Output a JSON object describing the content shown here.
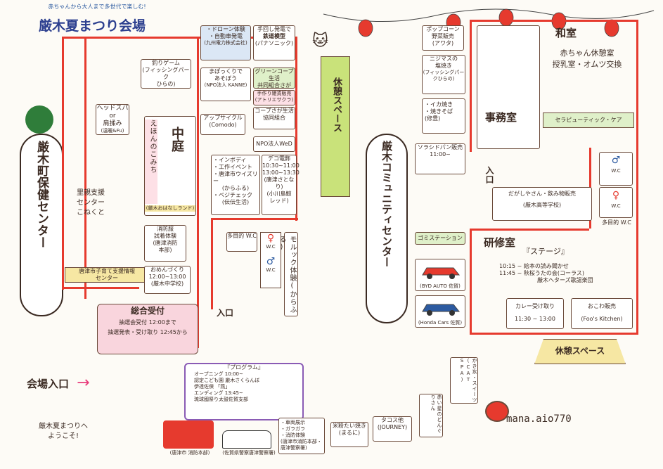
{
  "header": {
    "tagline": "赤ちゃんから大人まで多世代で楽しむ!",
    "title": "厳木夏まつり会場"
  },
  "left_building": "厳木町保健センター",
  "right_building": "厳木コミュニティセンター",
  "entrance": {
    "label": "会場入口",
    "arrow": "→"
  },
  "welcome": [
    "厳木夏まつりへ",
    "ようこそ!"
  ],
  "signature": "mana.aio770",
  "iriguchi": "入口",
  "rest_space_vertical": "休憩スペース",
  "rest_space_tent": "休憩スペース",
  "program": {
    "title": "『プログラム』",
    "lines": [
      "オープニング 10:00~",
      "認定こども園 厳木さくらんぼ",
      "伊達佐保 「燕」",
      "エンディング 13:45~",
      "琉球國祭り太鼓佐賀支部"
    ]
  },
  "reception": {
    "title": "総合受付",
    "line1": "抽選会受付 12:00まで",
    "line2": "抽選発表・受け取り 12:45から"
  },
  "left_area": {
    "headspa": [
      "ヘッドスパ",
      "or",
      "肩揉み",
      "(温暖&Fu)"
    ],
    "satooya": [
      "里親支援",
      "センター",
      "こねくと"
    ],
    "karatsu": [
      "唐津市子育て支援情報",
      "センター"
    ]
  },
  "top_stalls": {
    "drone": [
      "・ドローン体験",
      "・自動車発電",
      "(九州電力株式会社)"
    ],
    "railway": [
      "手回し発電で",
      "鉄道模型",
      "(パナソニック)"
    ],
    "fishing": [
      "釣りゲーム",
      "(フィッシングパーク",
      "ひらの)"
    ],
    "mapokkuri": [
      "まぽっくりで",
      "あそぼう",
      "(NPO法人 KANNE)"
    ],
    "greencoop": [
      "グリーンコープ生活",
      "共同組合さが"
    ],
    "handwork": [
      "手作り雑貨販売",
      "(アトリエサクラ)"
    ],
    "coopsaga": [
      "コープさが生活",
      "協同組合"
    ],
    "upcycle": [
      "アップサイクル",
      "(Comodo)"
    ],
    "npowed": "NPO法人WeD"
  },
  "courtyard": {
    "title": "中庭",
    "ehon": "えほんのこみち",
    "ehon_org": "(厳木おはなしランド)",
    "events": [
      "・インボディ",
      "・工作イベント",
      "・唐津市ウイズリー",
      "(からふる)",
      "・ベジチェック",
      "(伝伝生活)"
    ],
    "dance": [
      "デコ電飾",
      "10:30~11:00",
      "13:00~13:30",
      "(唐津さとなり)",
      "(小川島鯨",
      "レッド)"
    ]
  },
  "fire": [
    "消防服",
    "試着体験",
    "(唐津消防",
    "本部)"
  ],
  "omen": [
    "おめんづくり",
    "12:00~13:00",
    "(厳木中学校)"
  ],
  "toilets": {
    "multi_left": "多目的 W.C",
    "wc": "W.C",
    "multi_right": "多目的 W.C"
  },
  "morukku": [
    "モルック体験",
    "(からふる)"
  ],
  "right_stalls": {
    "popcorn": [
      "ポップコーン",
      "野菜販売",
      "(アワタ)"
    ],
    "nijimasu": [
      "ニジマスの",
      "塩焼き",
      "(フィッシングパークひらの)"
    ],
    "ikayaki": [
      "・イカ焼き",
      "・焼きそば",
      "(修豊)"
    ],
    "pan": [
      "ソラシドパン販売",
      "11:00~"
    ],
    "gomi": "ゴミステーション",
    "byd": "(BYD AUTO 佐賀)",
    "honda": "(Honda Cars 佐賀)"
  },
  "washitsu": {
    "title": "和室",
    "line1": "赤ちゃん休憩室",
    "line2": "授乳室・オムツ交換",
    "therapy": "セラピューティック・ケア"
  },
  "jimushitsu": "事務室",
  "dagashi": [
    "だがしやさん・飲み物販売",
    "(厳木高等学校)"
  ],
  "kenshu": {
    "title": "研修室",
    "stage": "『ステージ』",
    "t1": "10:15 ~",
    "e1": "絵本の読み聞かせ",
    "t2": "11:45 ~",
    "e2": "秋桜うたの会(コーラス)",
    "e3": "厳木ヘターズ歌謡楽団",
    "curry": [
      "カレー受け取り",
      "11:30 ~ 13:00"
    ],
    "okowa": [
      "おこわ販売",
      "(Foo's Kitchen)"
    ]
  },
  "train": {
    "firetruck": "(唐津市 消防本部)",
    "police": "(佐賀県警察唐津警察署)",
    "kids": [
      "・車両展示",
      "・ガラガラ",
      "・消防体験",
      "(唐津市消防本部・",
      "唐津警察署)"
    ],
    "beika": [
      "米粉たい焼き",
      "(まるに)"
    ],
    "tacos": [
      "タコス他",
      "(JOURNEY)"
    ],
    "akahoshi": [
      "赤い星の",
      "どんぐりさん"
    ],
    "kakigori": [
      "かき氷・スイーツ",
      "(CAT SPA)"
    ]
  },
  "colors": {
    "wall": "#e63a2e",
    "outline": "#6b4a3a",
    "pink": "#e83a7a",
    "green_band": "#c9e27a"
  }
}
